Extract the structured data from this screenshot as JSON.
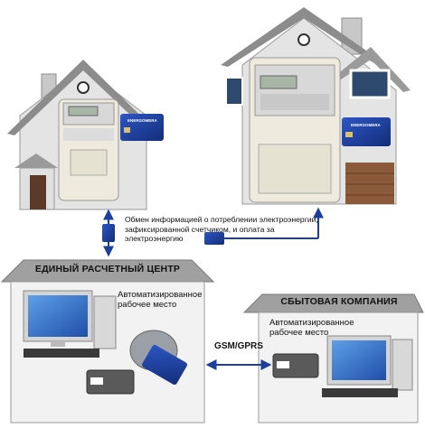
{
  "exchange_note": {
    "line1": "Обмен информацией о потреблении электроэнергии,",
    "line2": "зафиксированной счетчиком, и оплата за электроэнергию"
  },
  "billing_center": {
    "title": "ЕДИНЫЙ РАСЧЕТНЫЙ ЦЕНТР",
    "workstation_line1": "Автоматизированное",
    "workstation_line2": "рабочее место"
  },
  "sales_company": {
    "title": "СБЫТОВАЯ КОМПАНИЯ",
    "workstation_line1": "Автоматизированное",
    "workstation_line2": "рабочее место"
  },
  "link_label": "GSM/GPRS",
  "card_brand": "ENERGOMERA",
  "colors": {
    "house_wall": "#e4e4e4",
    "roof": "#8c8c8c",
    "card_blue": "#1c3f9e",
    "room_wall": "#f2f2f2",
    "arrow": "#1c3f9e"
  }
}
